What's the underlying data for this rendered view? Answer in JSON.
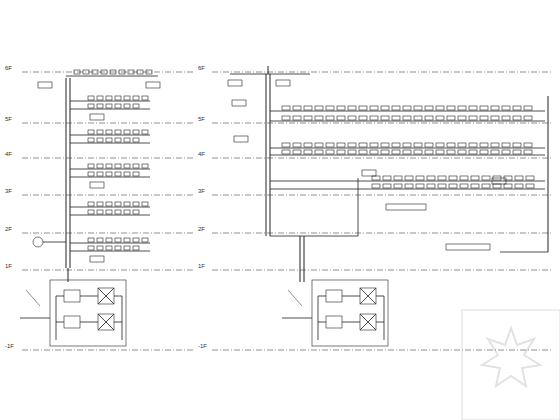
{
  "diagram": {
    "labels": [
      "6F",
      "5F",
      "4F",
      "3F",
      "2F",
      "1F",
      "-1F",
      "6F",
      "5F",
      "4F",
      "3F",
      "2F",
      "1F",
      "-1F"
    ]
  }
}
